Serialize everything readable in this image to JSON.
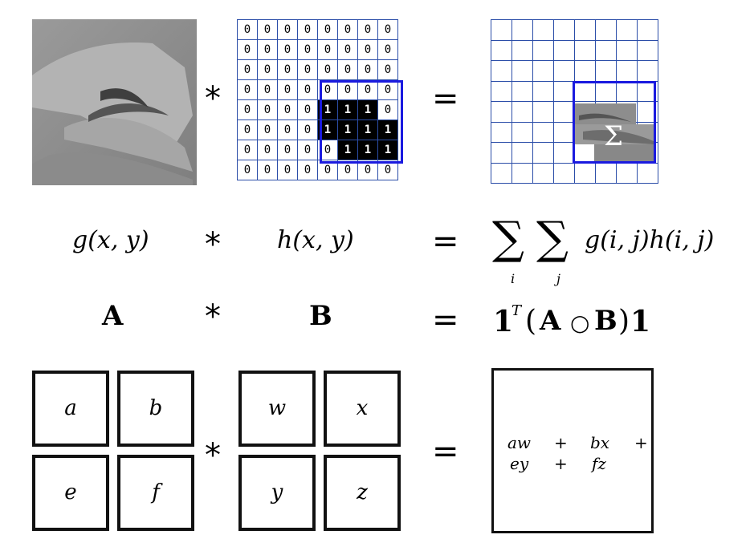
{
  "row1": {
    "conv_op": "*",
    "equals": "=",
    "kernel_grid": [
      [
        "0",
        "0",
        "0",
        "0",
        "0",
        "0",
        "0",
        "0"
      ],
      [
        "0",
        "0",
        "0",
        "0",
        "0",
        "0",
        "0",
        "0"
      ],
      [
        "0",
        "0",
        "0",
        "0",
        "0",
        "0",
        "0",
        "0"
      ],
      [
        "0",
        "0",
        "0",
        "0",
        "0",
        "0",
        "0",
        "0"
      ],
      [
        "0",
        "0",
        "0",
        "0",
        "1",
        "1",
        "1",
        "0"
      ],
      [
        "0",
        "0",
        "0",
        "0",
        "1",
        "1",
        "1",
        "1"
      ],
      [
        "0",
        "0",
        "0",
        "0",
        "0",
        "1",
        "1",
        "1"
      ],
      [
        "0",
        "0",
        "0",
        "0",
        "0",
        "0",
        "0",
        "0"
      ]
    ],
    "sum_symbol": "Σ"
  },
  "row2": {
    "left": "g(x, y)",
    "op": "*",
    "right": "h(x, y)",
    "equals": "=",
    "sum1": "∑",
    "sum2": "∑",
    "sub1": "i",
    "sub2": "j",
    "rhs": "g(i, j)h(i, j)"
  },
  "row3": {
    "left": "A",
    "op": "*",
    "right": "B",
    "equals": "=",
    "one_left": "1",
    "sup": "T",
    "paren_open": "(",
    "A": "A",
    "circ": "○",
    "B": "B",
    "paren_close": ")",
    "one_right": "1"
  },
  "row4": {
    "left_cells": [
      "a",
      "b",
      "e",
      "f"
    ],
    "op": "*",
    "right_cells": [
      "w",
      "x",
      "y",
      "z"
    ],
    "equals": "=",
    "result_terms": [
      "aw",
      "+",
      "bx",
      "+",
      "ey",
      "+",
      "fz"
    ]
  }
}
